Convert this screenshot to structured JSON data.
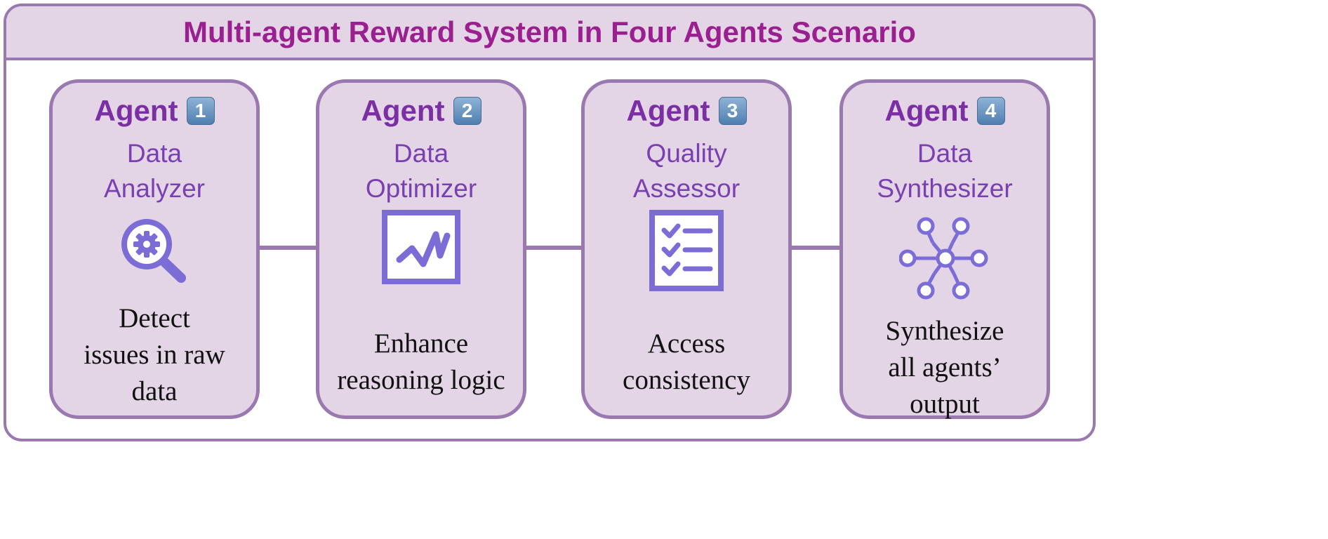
{
  "title": "Multi-agent Reward System in Four Agents Scenario",
  "agent_label": "Agent",
  "colors": {
    "frame": "#9a78b0",
    "panel": "#e3d4e6",
    "title": "#9a1f8f",
    "agent_text": "#7a2fa3",
    "role_text": "#7a3fb0",
    "icon": "#7b6cd6"
  },
  "agents": [
    {
      "number": "1",
      "role_lines": [
        "Data",
        "Analyzer"
      ],
      "icon": "search-gear-icon",
      "desc_lines": [
        "Detect",
        "issues in raw",
        "data"
      ]
    },
    {
      "number": "2",
      "role_lines": [
        "Data",
        "Optimizer"
      ],
      "icon": "chart-line-icon",
      "desc_lines": [
        "Enhance",
        "reasoning logic"
      ]
    },
    {
      "number": "3",
      "role_lines": [
        "Quality",
        "Assessor"
      ],
      "icon": "checklist-icon",
      "desc_lines": [
        "Access",
        "consistency"
      ]
    },
    {
      "number": "4",
      "role_lines": [
        "Data",
        "Synthesizer"
      ],
      "icon": "network-graph-icon",
      "desc_lines": [
        "Synthesize",
        "all agents’",
        "output"
      ]
    }
  ]
}
